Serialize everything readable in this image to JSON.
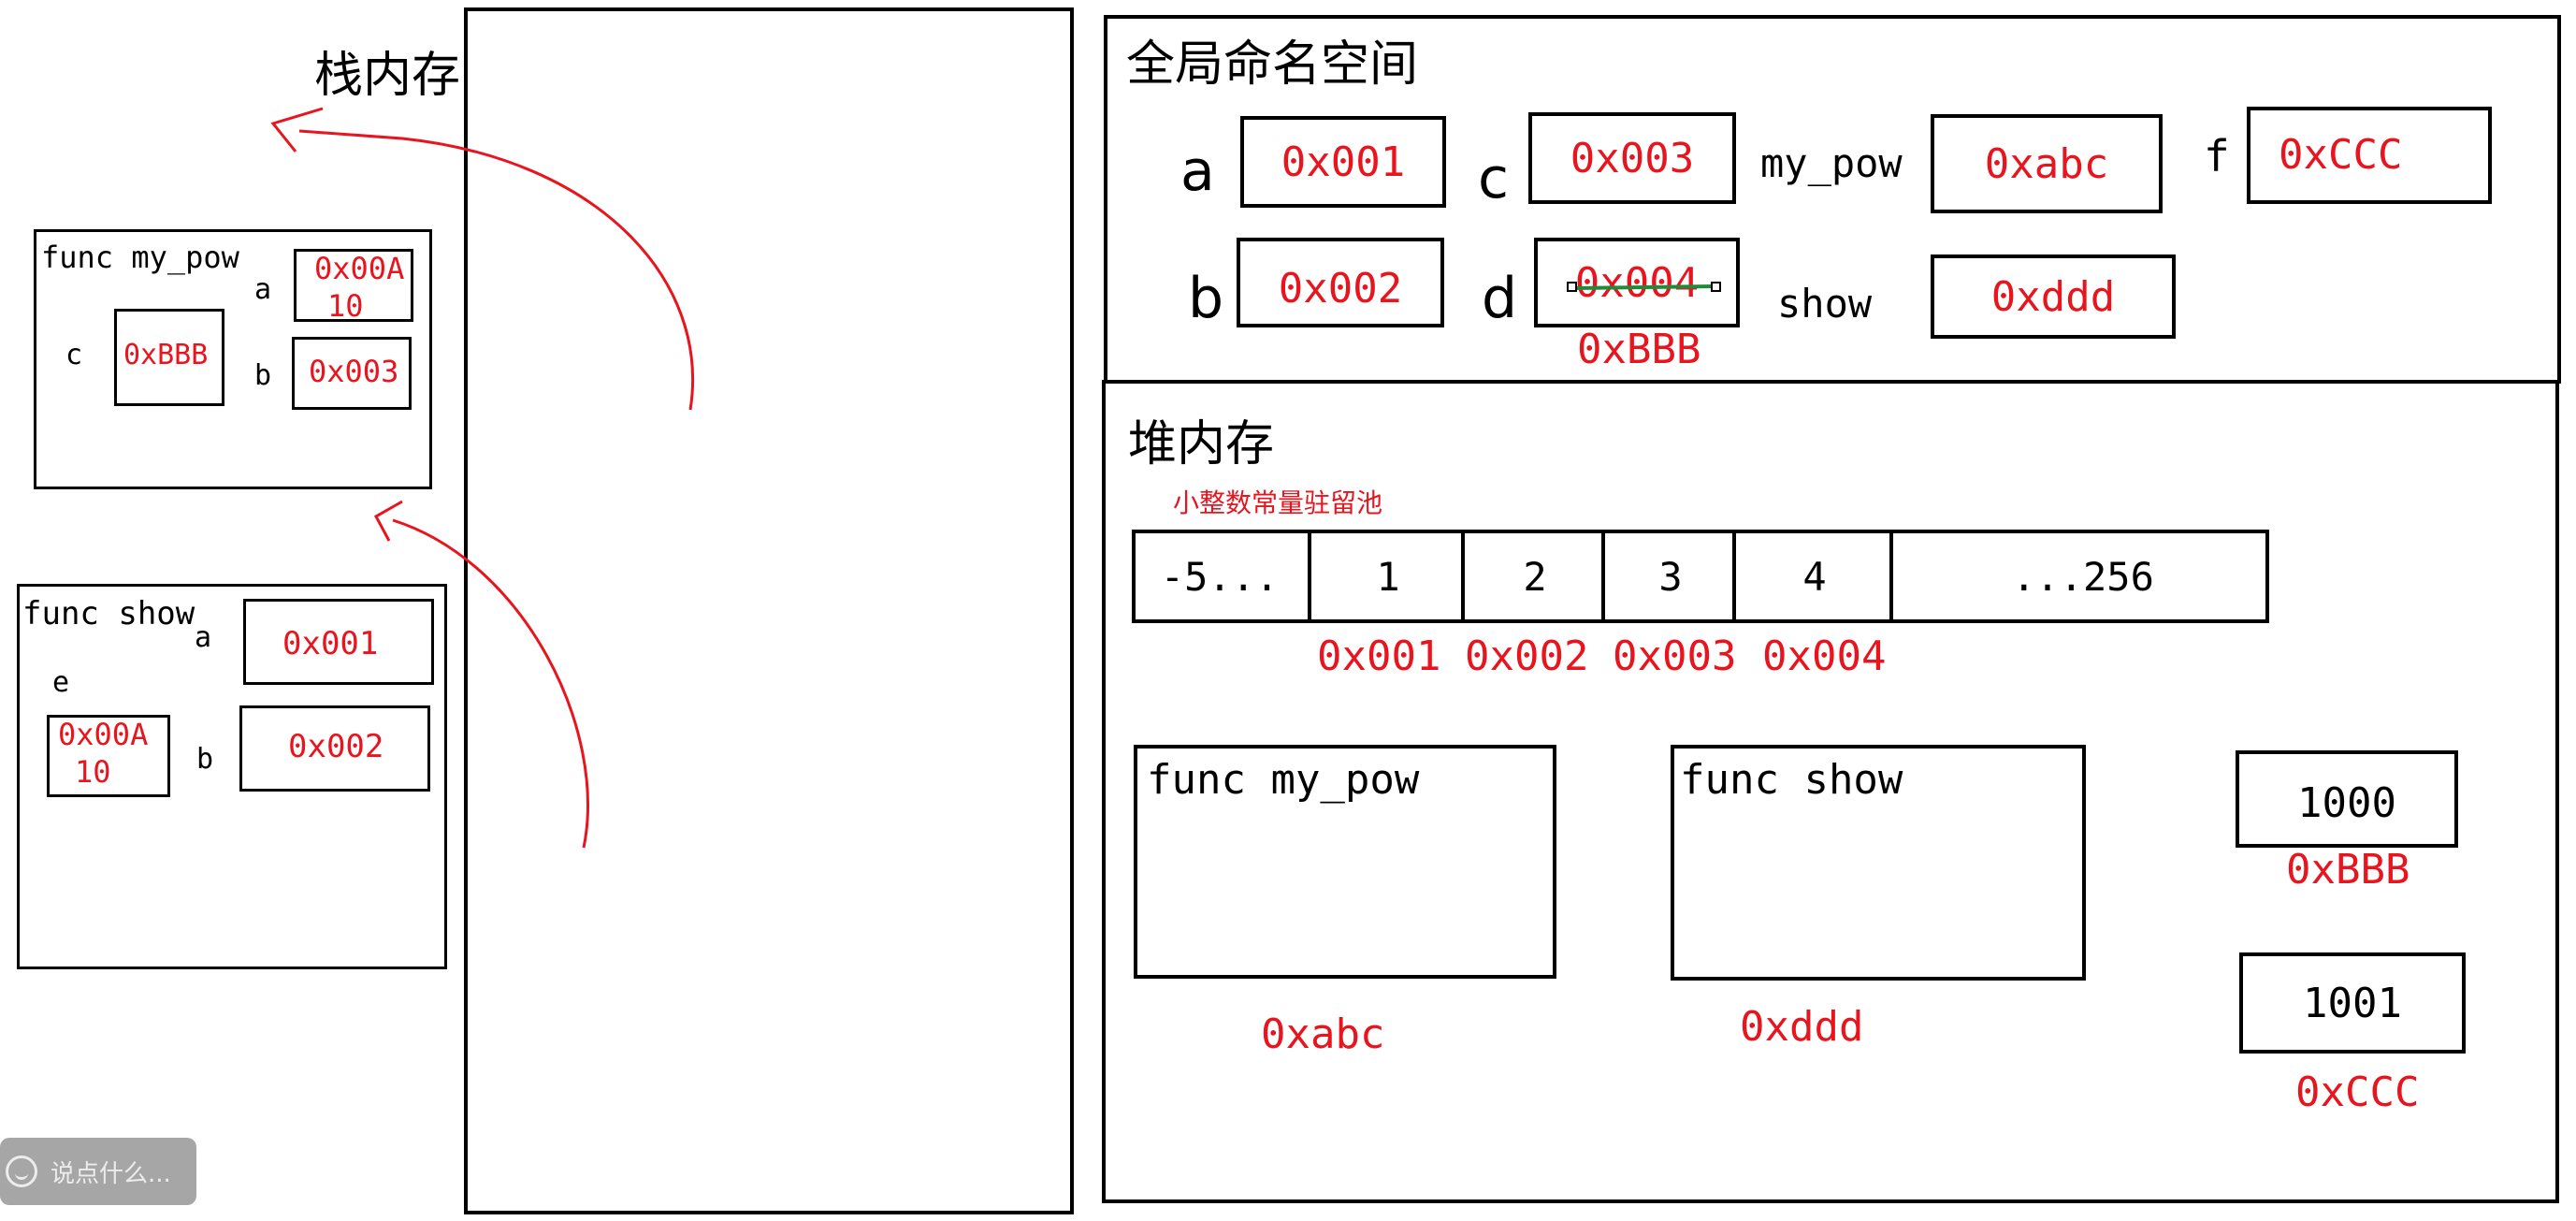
{
  "stack": {
    "title": "栈内存",
    "frame_my_pow": {
      "title": "func my_pow",
      "var_a": "a",
      "val_a_line1": "0x00A",
      "val_a_line2": "10",
      "var_b": "b",
      "val_b": "0x003",
      "var_c": "c",
      "val_c": "0xBBB"
    },
    "frame_show": {
      "title": "func show",
      "var_a": "a",
      "val_a": "0x001",
      "var_b": "b",
      "val_b": "0x002",
      "var_e": "e",
      "val_e_line1": "0x00A",
      "val_e_line2": "10"
    }
  },
  "global_ns": {
    "title": "全局命名空间",
    "vars": {
      "a": {
        "name": "a",
        "value": "0x001"
      },
      "b": {
        "name": "b",
        "value": "0x002"
      },
      "c": {
        "name": "c",
        "value": "0x003"
      },
      "d": {
        "name": "d",
        "value_struck": "0x004",
        "value_new": "0xBBB"
      },
      "my_pow": {
        "name": "my_pow",
        "value": "0xabc"
      },
      "show": {
        "name": "show",
        "value": "0xddd"
      },
      "f": {
        "name": "f",
        "value": "0xCCC"
      }
    }
  },
  "heap": {
    "title": "堆内存",
    "pool_label": "小整数常量驻留池",
    "pool_cells": [
      "-5...",
      "1",
      "2",
      "3",
      "4",
      "...256"
    ],
    "pool_addrs": [
      "0x001",
      "0x002",
      "0x003",
      "0x004"
    ],
    "func_my_pow": {
      "label": "func my_pow",
      "addr": "0xabc"
    },
    "func_show": {
      "label": "func show",
      "addr": "0xddd"
    },
    "obj_1000": {
      "value": "1000",
      "addr": "0xBBB"
    },
    "obj_1001": {
      "value": "1001",
      "addr": "0xCCC"
    }
  },
  "chat": {
    "placeholder": "说点什么..."
  },
  "colors": {
    "accent_red": "#e8141e",
    "strike_green": "#1f8a3a",
    "chat_bg": "#a6a6a6"
  },
  "icons": {
    "chat": "chat-bubble-icon"
  }
}
